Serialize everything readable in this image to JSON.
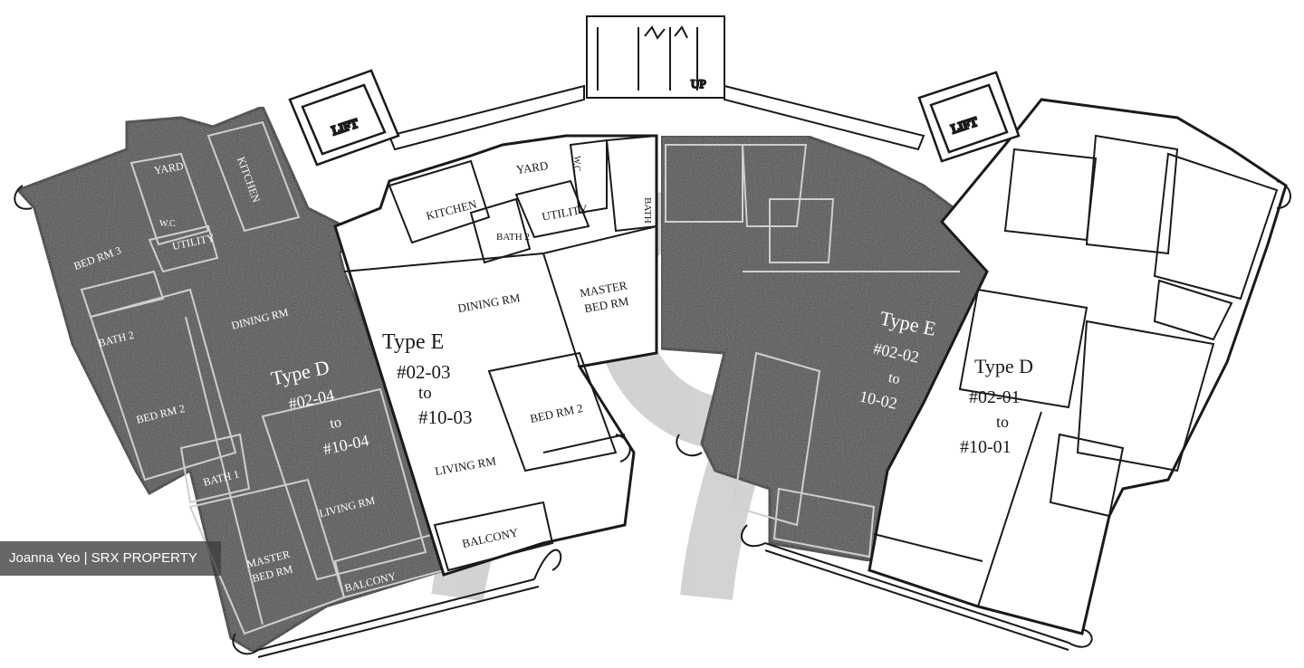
{
  "labels": {
    "lift_left": "LIFT",
    "lift_right": "LIFT",
    "up": "UP",
    "yard_center": "YARD",
    "yard_left": "YARD",
    "kitchen_center": "KITCHEN",
    "kitchen_left": "KITCHEN",
    "utility_center": "UTILITY",
    "utility_left": "UTILITY",
    "bath1_center": "BATH 1",
    "bath2_center": "BATH 2",
    "bath2_left": "BATH 2",
    "bath1_left": "BATH 1",
    "wc_left": "W.C",
    "wc_center": "W.C",
    "bedrm3_left": "BED RM 3",
    "bedrm2_left": "BED RM 2",
    "bedrm2_center": "BED RM 2",
    "dining_left": "DINING RM",
    "dining_center": "DINING RM",
    "master_center": "MASTER",
    "master_center2": "BED RM",
    "master_left": "MASTER",
    "master_left2": "BED RM",
    "living_center": "LIVING RM",
    "living_left": "LIVING RM",
    "balcony_center": "BALCONY",
    "balcony_left": "BALCONY"
  },
  "units": [
    {
      "type": "Type D",
      "line1": "#02-04",
      "line2": "to",
      "line3": "#10-04"
    },
    {
      "type": "Type E",
      "line1": "#02-03",
      "line2": "to",
      "line3": "#10-03"
    },
    {
      "type": "Type E",
      "line1": "#02-02",
      "line2": "to",
      "line3": "10-02"
    },
    {
      "type": "Type D",
      "line1": "#02-01",
      "line2": "to",
      "line3": "#10-01"
    }
  ],
  "credit": "Joanna Yeo | SRX PROPERTY",
  "colors": {
    "shade": "#4a4a4a",
    "line": "#1a1a1a",
    "watermark": "#bdbdbd"
  }
}
